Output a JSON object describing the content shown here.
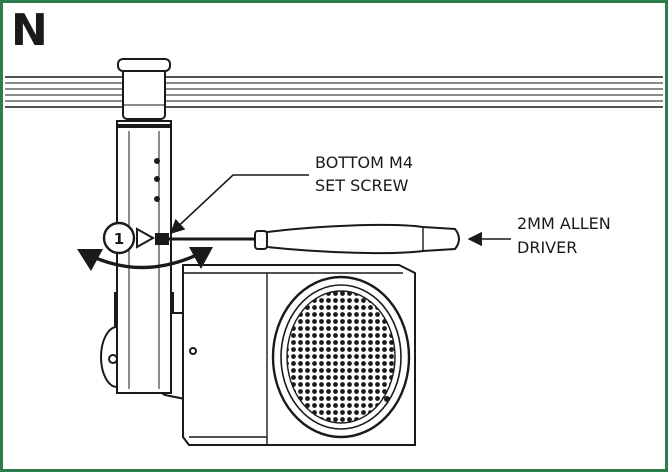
{
  "panel": {
    "step_letter": "N",
    "border_color": "#2e7d4f"
  },
  "callouts": {
    "set_screw": [
      "BOTTOM M4",
      "SET SCREW"
    ],
    "driver": [
      "2MM ALLEN",
      "DRIVER"
    ]
  },
  "step_badge": {
    "number": "1"
  }
}
